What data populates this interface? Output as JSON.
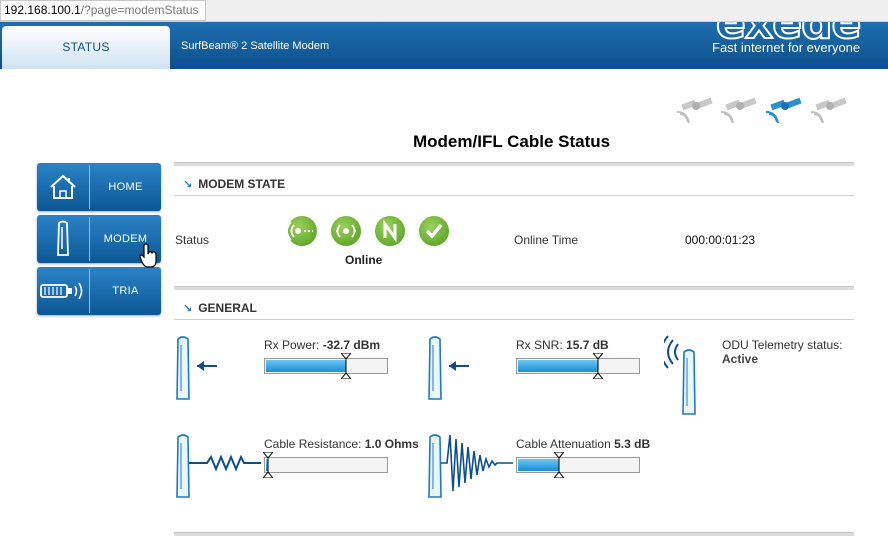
{
  "browser": {
    "url_host": "192.168.100.1",
    "url_path": "/?page=modemStatus"
  },
  "header": {
    "tab_label": "STATUS",
    "product_name": "SurfBeam® 2 Satellite Modem",
    "brand_logo": "exede",
    "tagline": "Fast internet for everyone"
  },
  "page": {
    "title": "Modem/IFL Cable Status"
  },
  "nav": {
    "items": [
      {
        "label": "HOME",
        "icon": "house-icon"
      },
      {
        "label": "MODEM",
        "icon": "modem-icon"
      },
      {
        "label": "TRIA",
        "icon": "tria-icon"
      }
    ]
  },
  "modem_state": {
    "heading": "MODEM STATE",
    "status_label": "Status",
    "status_value": "Online",
    "online_time_label": "Online Time",
    "online_time_value": "000:00:01:23"
  },
  "general": {
    "heading": "GENERAL",
    "rx_power_label": "Rx Power:",
    "rx_power_value": "-32.7 dBm",
    "rx_power_level": 0.67,
    "rx_snr_label": "Rx SNR:",
    "rx_snr_value": "15.7 dB",
    "rx_snr_level": 0.67,
    "odu_label": "ODU Telemetry status:",
    "odu_value": "Active",
    "cable_resistance_label": "Cable Resistance:",
    "cable_resistance_value": "1.0 Ohms",
    "cable_resistance_level": 0.02,
    "cable_attenuation_label": "Cable Attenuation",
    "cable_attenuation_value": "5.3 dB",
    "cable_attenuation_level": 0.34
  },
  "colors": {
    "header_blue": "#0d4f8c",
    "nav_blue": "#1a6fb4",
    "gauge_fill": "#1a8fd6",
    "status_green": "#5aa826",
    "accent_blue": "#1a7bc6"
  }
}
